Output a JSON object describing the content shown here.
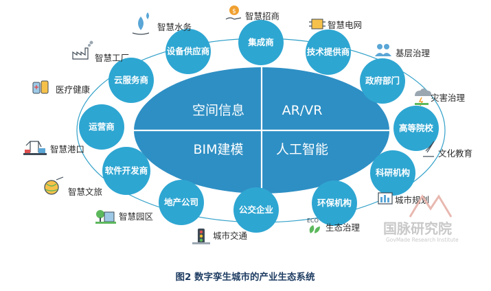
{
  "core": {
    "quadrants": [
      "空间信息",
      "AR/VR",
      "BIM建模",
      "人工智能"
    ]
  },
  "nodes": [
    "集成商",
    "技术提供商",
    "政府部门",
    "高等院校",
    "科研机构",
    "环保机构",
    "公交企业",
    "地产公司",
    "软件开发商",
    "运营商",
    "云服务商",
    "设备供应商"
  ],
  "applications": [
    {
      "label": "智慧招商",
      "icon": "money-hand-icon"
    },
    {
      "label": "智慧电网",
      "icon": "chip-icon"
    },
    {
      "label": "基层治理",
      "icon": "people-icon"
    },
    {
      "label": "灾害治理",
      "icon": "storm-cloud-icon"
    },
    {
      "label": "文化教育",
      "icon": "quill-book-icon"
    },
    {
      "label": "城市规划",
      "icon": "city-map-icon"
    },
    {
      "label": "生态治理",
      "icon": "eco-leaf-icon"
    },
    {
      "label": "城市交通",
      "icon": "traffic-light-icon"
    },
    {
      "label": "智慧园区",
      "icon": "park-icon"
    },
    {
      "label": "智慧文旅",
      "icon": "travel-globe-icon"
    },
    {
      "label": "智慧港口",
      "icon": "port-crane-icon"
    },
    {
      "label": "医疗健康",
      "icon": "medical-bottles-icon"
    },
    {
      "label": "智慧工厂",
      "icon": "factory-icon"
    },
    {
      "label": "智慧水务",
      "icon": "water-drops-icon"
    }
  ],
  "caption": "图2 数字孪生城市的产业生态系统",
  "watermark": {
    "cn": "国脉研究院",
    "en": "GovMade Research Institute"
  },
  "colors": {
    "core": "#2e8fc4",
    "node": "#2ea6d2",
    "ring": "#2f9fc8",
    "caption": "#1f3d63"
  }
}
